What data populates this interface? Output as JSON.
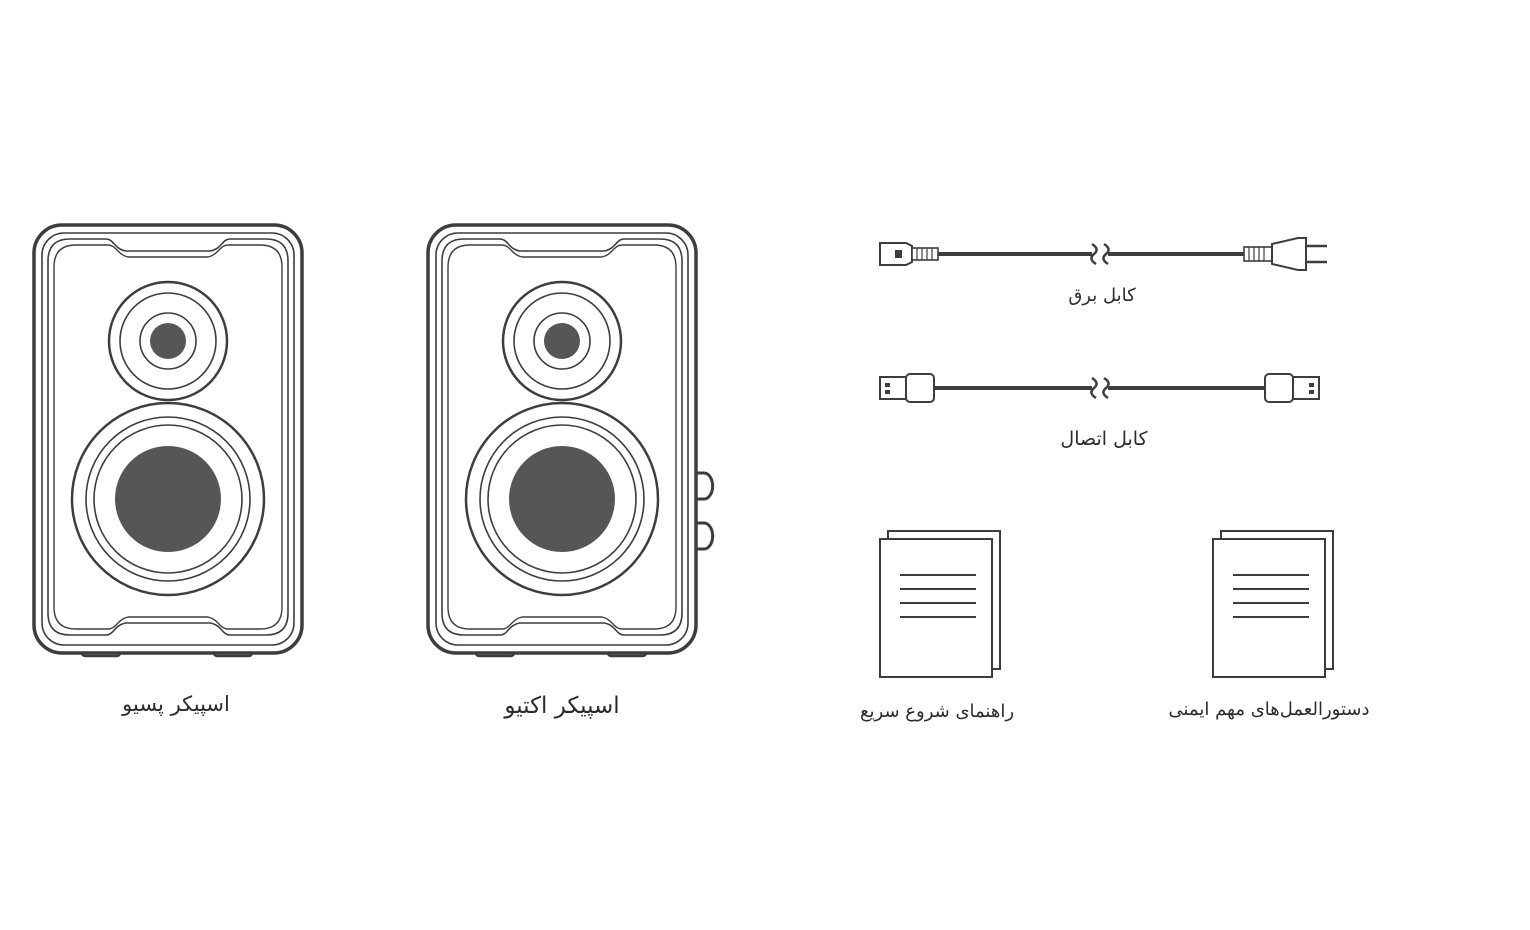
{
  "items": {
    "passive_speaker": {
      "label": "اسپیکر پسیو"
    },
    "active_speaker": {
      "label": "اسپیکر اکتیو"
    },
    "power_cable": {
      "label": "کابل برق"
    },
    "connection_cable": {
      "label": "کابل اتصال"
    },
    "quick_start_guide": {
      "label": "راهنمای شروع سریع"
    },
    "safety_instructions": {
      "label": "دستورالعمل‌های مهم ایمنی"
    }
  },
  "colors": {
    "line": "#3d3d3d",
    "driver_fill": "#565656",
    "background": "#ffffff"
  }
}
